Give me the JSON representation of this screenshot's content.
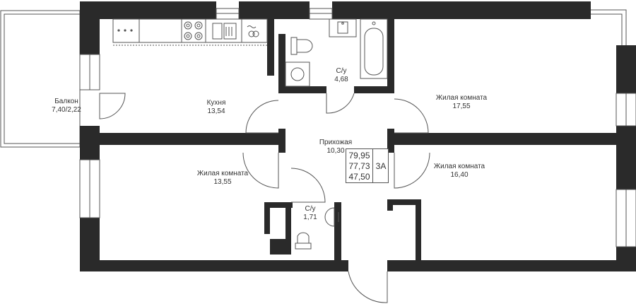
{
  "rooms": {
    "balcony": {
      "name": "Балкон",
      "area": "7,40/2,22"
    },
    "kitchen": {
      "name": "Кухня",
      "area": "13,54"
    },
    "bath_top": {
      "name": "С/у",
      "area": "4,68"
    },
    "living_top_right": {
      "name": "Жилая комната",
      "area": "17,55"
    },
    "hallway": {
      "name": "Прихожая",
      "area": "10,30"
    },
    "living_bottom_left": {
      "name": "Жилая комната",
      "area": "13,55"
    },
    "living_bottom_right": {
      "name": "Жилая комната",
      "area": "16,40"
    },
    "bath_bottom": {
      "name": "С/у",
      "area": "1,71"
    }
  },
  "summary": {
    "total_area": "79,95",
    "living_total": "77,73",
    "living_area": "47,50",
    "apartment_type": "3А"
  },
  "colors": {
    "wall": "#2a2a2a",
    "line": "#555555",
    "text": "#333333"
  }
}
